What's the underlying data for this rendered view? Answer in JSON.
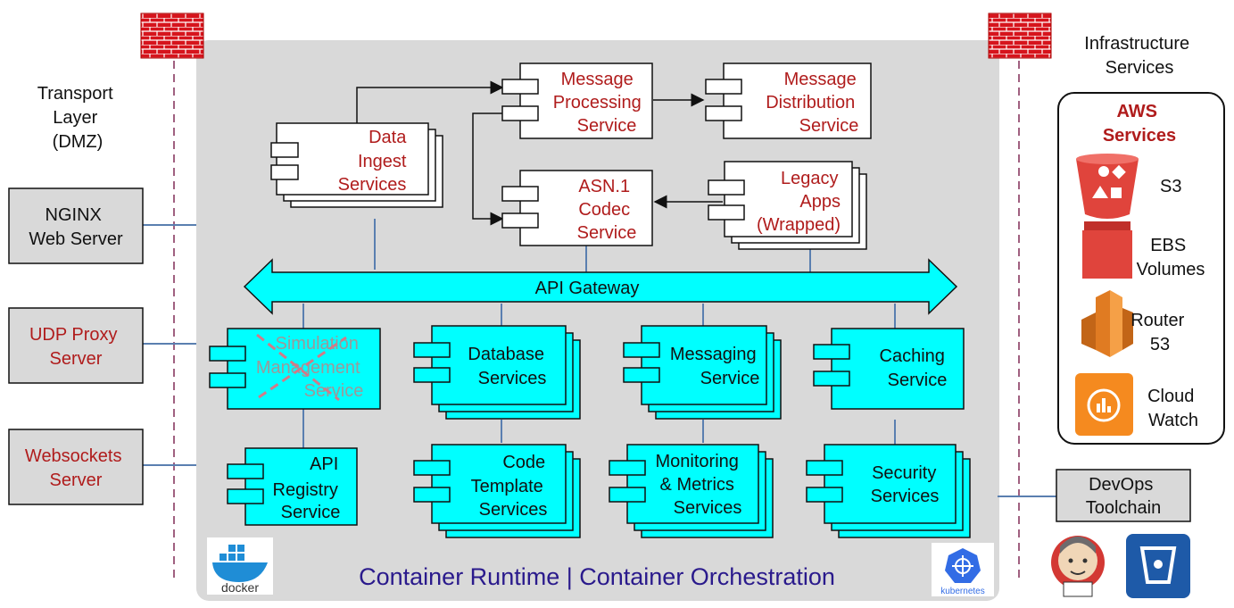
{
  "left": {
    "transport_layer": [
      "Transport",
      "Layer",
      "(DMZ)"
    ],
    "nginx": [
      "NGINX",
      "Web Server"
    ],
    "udp": [
      "UDP Proxy",
      "Server"
    ],
    "websockets": [
      "Websockets",
      "Server"
    ]
  },
  "right": {
    "infra_title": [
      "Infrastructure",
      "Services"
    ],
    "aws_title": [
      "AWS",
      "Services"
    ],
    "s3": "S3",
    "ebs": [
      "EBS",
      "Volumes"
    ],
    "router": [
      "Router",
      "53"
    ],
    "cloudwatch": [
      "Cloud",
      "Watch"
    ],
    "devops": [
      "DevOps",
      "Toolchain"
    ]
  },
  "components": {
    "data_ingest": [
      "Data",
      "Ingest",
      "Services"
    ],
    "message_processing": [
      "Message",
      "Processing",
      "Service"
    ],
    "message_distribution": [
      "Message",
      "Distribution",
      "Service"
    ],
    "asn1": [
      "ASN.1",
      "Codec",
      "Service"
    ],
    "legacy": [
      "Legacy",
      "Apps",
      "(Wrapped)"
    ],
    "api_gateway": "API Gateway",
    "simulation": [
      "Simulation",
      "Management",
      "Service"
    ],
    "database": [
      "Database",
      "Services"
    ],
    "messaging": [
      "Messaging",
      "Service"
    ],
    "caching": [
      "Caching",
      "Service"
    ],
    "api_registry": [
      "API",
      "Registry",
      "Service"
    ],
    "code_template": [
      "Code",
      "Template",
      "Services"
    ],
    "monitoring": [
      "Monitoring",
      "& Metrics",
      "Services"
    ],
    "security": [
      "Security",
      "Services"
    ]
  },
  "footer": {
    "runtime": "Container Runtime | Container Orchestration",
    "docker": "docker",
    "kubernetes": "kubernetes"
  },
  "colors": {
    "container_bg": "#d9d9d9",
    "cyan": "#00ffff",
    "dark_red": "#b01c1c",
    "runtime_text": "#2a1a8c",
    "aws_red": "#e0443c",
    "aws_orange": "#f58a1f"
  }
}
